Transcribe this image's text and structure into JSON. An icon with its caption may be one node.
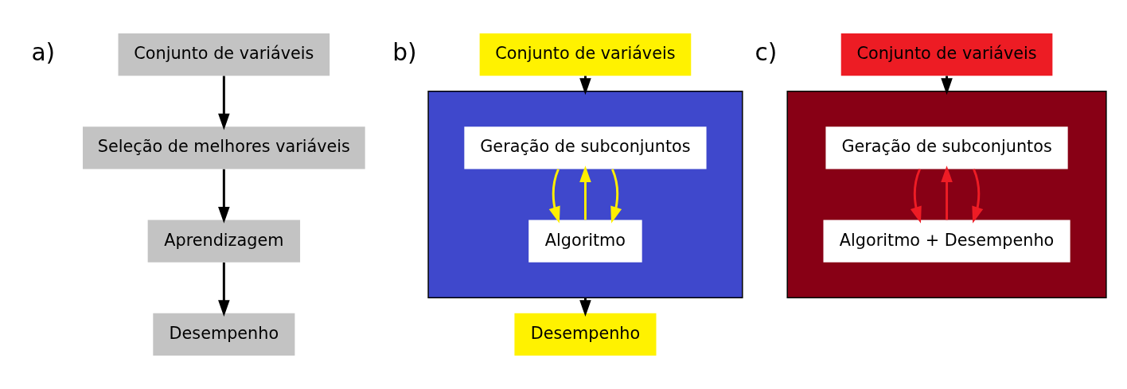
{
  "diagram": {
    "nodes": [
      {
        "text": [
          "Conjunto de variáveis"
        ]
      },
      {
        "text": [
          "Seleção de melhores variáveis"
        ]
      },
      {
        "text": [
          "Aprendizagem"
        ]
      },
      {
        "text": [
          "Desempenho"
        ]
      },
      {
        "text": [
          "Conjunto de variáveis"
        ]
      },
      {
        "text": [],
        "shape": "box"
      },
      {
        "text": [
          "Geração de subconjuntos"
        ],
        "in": 5
      },
      {
        "text": [
          "Algoritmo"
        ],
        "in": 5
      },
      {
        "text": [
          "Desempenho"
        ]
      },
      {
        "text": [
          "Conjunto de variáveis"
        ]
      },
      {
        "text": [],
        "shape": "box"
      },
      {
        "text": [
          "Geração de subconjuntos"
        ],
        "in": 10
      },
      {
        "text": [
          "Algoritmo + Desempenho"
        ],
        "in": 10
      }
    ],
    "edges": [
      {
        "from": 0,
        "to": 1,
        "arrow": "to"
      },
      {
        "from": 1,
        "to": 2,
        "arrow": "to"
      },
      {
        "from": 2,
        "to": 3,
        "arrow": "to"
      },
      {
        "from": 4,
        "to": 5,
        "arrow": "to"
      },
      {
        "from": 6,
        "to": 7,
        "arrow": "to",
        "color": "#ffee00"
      },
      {
        "from": 7,
        "to": 6,
        "arrow": "to",
        "color": "#ffee00"
      },
      {
        "from": 6,
        "to": 7,
        "arrow": "to",
        "color": "#ffee00"
      },
      {
        "from": 5,
        "to": 8,
        "arrow": "to"
      },
      {
        "from": 9,
        "to": 10,
        "arrow": "to"
      },
      {
        "from": 11,
        "to": 12,
        "arrow": "to",
        "color": "#ee1c25"
      },
      {
        "from": 12,
        "to": 11,
        "arrow": "to",
        "color": "#ee1c25"
      },
      {
        "from": 11,
        "to": 12,
        "arrow": "to",
        "color": "#ee1c25"
      }
    ],
    "labels": [
      "a)",
      "b)",
      "c)"
    ]
  }
}
